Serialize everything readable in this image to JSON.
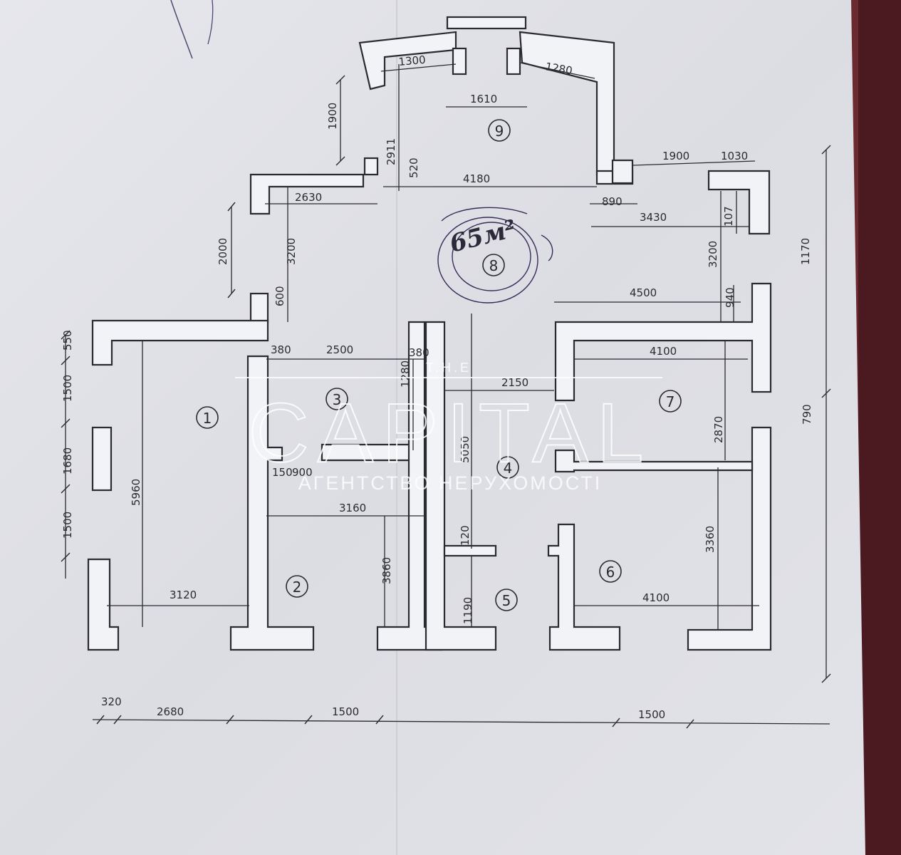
{
  "handwritten_area": "65м²",
  "watermark": {
    "top": "T.H.E",
    "brand": "CAPITAL",
    "tagline": "АГЕНТСТВО НЕРУХОМОСТІ"
  },
  "rooms": [
    "1",
    "2",
    "3",
    "4",
    "5",
    "6",
    "7",
    "8",
    "9"
  ],
  "dimensions": {
    "d1300": "1300",
    "d1280": "1280",
    "d1610": "1610",
    "d1900a": "1900",
    "d2911": "2911",
    "d520": "520",
    "d4180": "4180",
    "d1900b": "1900",
    "d1030": "1030",
    "d890": "890",
    "d2630": "2630",
    "d3430": "3430",
    "d107": "107",
    "d2000": "2000",
    "d3200a": "3200",
    "d3200b": "3200",
    "d1170": "1170",
    "d600": "600",
    "d4500": "4500",
    "d940": "940",
    "d550": "550",
    "d380a": "380",
    "d2500": "2500",
    "d380b": "380",
    "d4100a": "4100",
    "d1500a": "1500",
    "d1280b": "1280",
    "d2150": "2150",
    "d5050": "5050",
    "d2870": "2870",
    "d790": "790",
    "d1680": "1680",
    "d5960": "5960",
    "d150": "150",
    "d900": "900",
    "d3160": "3160",
    "d1500b": "1500",
    "d3860": "3860",
    "d3360": "3360",
    "d120": "120",
    "d3120": "3120",
    "d1190": "1190",
    "d4100b": "4100",
    "d320": "320",
    "d2680": "2680",
    "d1500c": "1500",
    "d1500d": "1500"
  },
  "colors": {
    "paper": "#e4e5ea",
    "ink": "#2a2a30",
    "wall_fill": "#f4f4f6",
    "handwritten": "#3a2a5a",
    "watermark": "#ffffff",
    "backdrop_right": "#5a1a22"
  }
}
